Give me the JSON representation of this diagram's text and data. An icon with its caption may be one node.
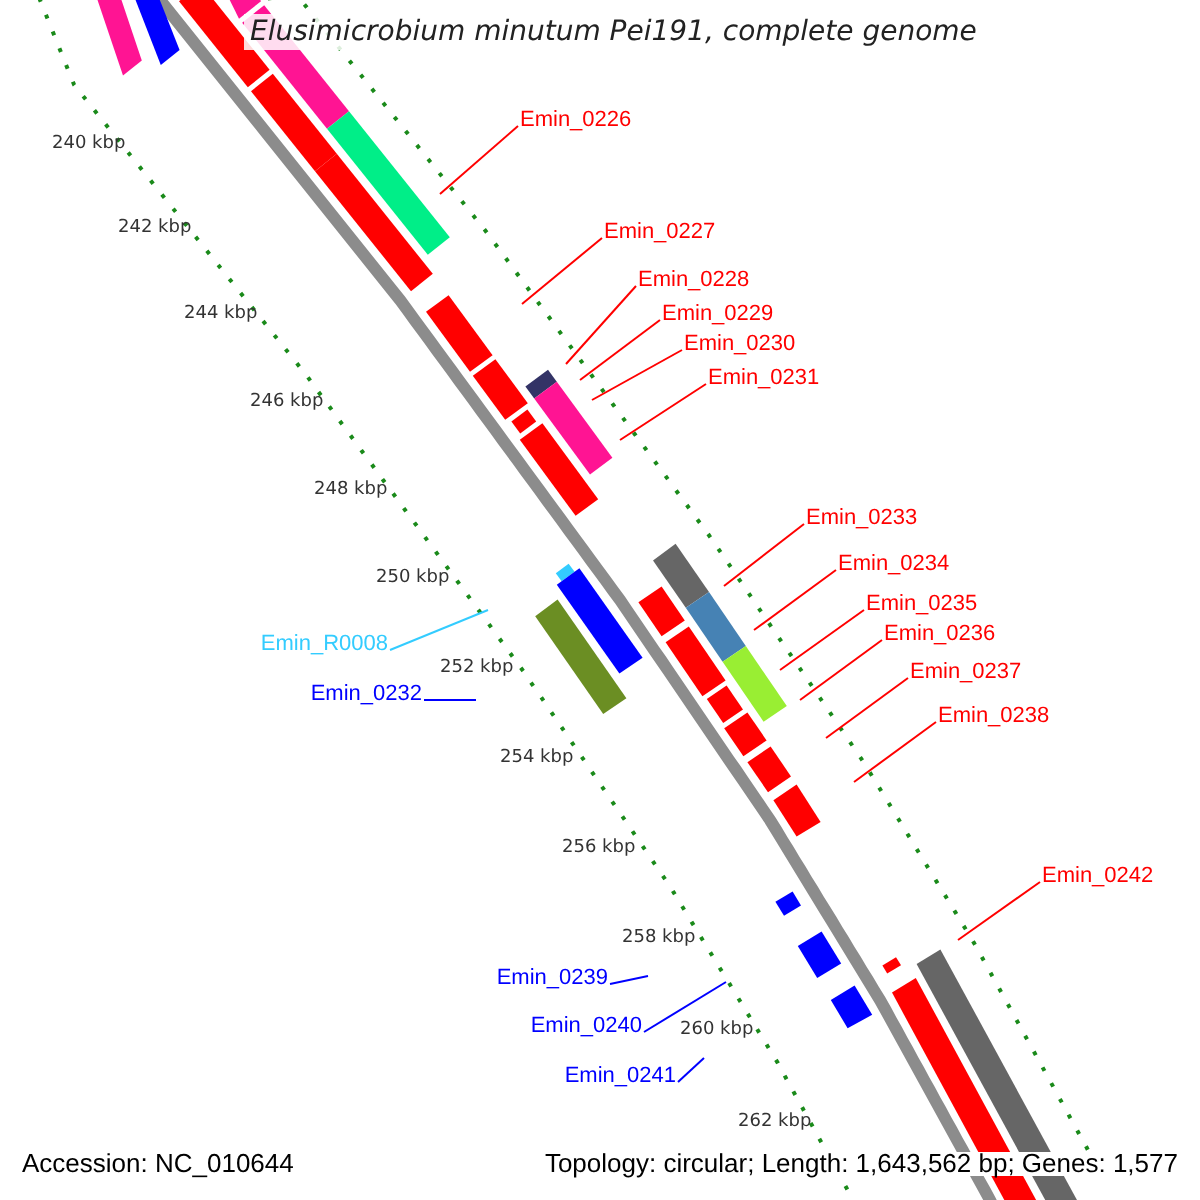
{
  "diagram": {
    "title": "Elusimicrobium minutum Pei191, complete genome",
    "nodes": [
      {
        "text": [
          "Emin_0226"
        ]
      },
      {
        "text": [
          "Emin_0227"
        ]
      },
      {
        "text": [
          "Emin_0228"
        ]
      },
      {
        "text": [
          "Emin_0229"
        ]
      },
      {
        "text": [
          "Emin_0230"
        ]
      },
      {
        "text": [
          "Emin_0231"
        ]
      },
      {
        "text": [
          "Emin_0233"
        ]
      },
      {
        "text": [
          "Emin_0234"
        ]
      },
      {
        "text": [
          "Emin_0235"
        ]
      },
      {
        "text": [
          "Emin_0236"
        ]
      },
      {
        "text": [
          "Emin_R0008"
        ]
      },
      {
        "text": [
          "Emin_0237"
        ]
      },
      {
        "text": [
          "Emin_0232"
        ]
      },
      {
        "text": [
          "Emin_0238"
        ]
      },
      {
        "text": [
          "Emin_0242"
        ]
      },
      {
        "text": [
          "Emin_0239"
        ]
      },
      {
        "text": [
          "Emin_0240"
        ]
      },
      {
        "text": [
          "Emin_0241"
        ]
      }
    ],
    "edges": [
      {
        "from": 0,
        "to": null,
        "arrow": "none"
      },
      {
        "from": 1,
        "to": null,
        "arrow": "none"
      },
      {
        "from": 2,
        "to": null,
        "arrow": "none"
      },
      {
        "from": 3,
        "to": null,
        "arrow": "none"
      },
      {
        "from": 4,
        "to": null,
        "arrow": "none"
      },
      {
        "from": 5,
        "to": null,
        "arrow": "none"
      },
      {
        "from": 6,
        "to": null,
        "arrow": "none"
      },
      {
        "from": 7,
        "to": null,
        "arrow": "none"
      },
      {
        "from": 8,
        "to": null,
        "arrow": "none"
      },
      {
        "from": 9,
        "to": null,
        "arrow": "none"
      },
      {
        "from": 10,
        "to": null,
        "arrow": "none",
        "color": "#33ccff"
      },
      {
        "from": 11,
        "to": null,
        "arrow": "none"
      },
      {
        "from": 12,
        "to": null,
        "arrow": "none",
        "color": "#0000ff"
      },
      {
        "from": 13,
        "to": null,
        "arrow": "none"
      },
      {
        "from": 14,
        "to": null,
        "arrow": "none"
      },
      {
        "from": 15,
        "to": null,
        "arrow": "none",
        "color": "#0000ff"
      },
      {
        "from": 16,
        "to": null,
        "arrow": "none",
        "color": "#0000ff"
      },
      {
        "from": 17,
        "to": null,
        "arrow": "none",
        "color": "#0000ff"
      }
    ],
    "labels": [
      "240 kbp",
      "242 kbp",
      "244 kbp",
      "246 kbp",
      "248 kbp",
      "250 kbp",
      "252 kbp",
      "254 kbp",
      "256 kbp",
      "258 kbp",
      "260 kbp",
      "262 kbp",
      "Accession: NC_010644",
      "Topology: circular; Length: 1,643,562 bp; Genes: 1,577"
    ]
  }
}
